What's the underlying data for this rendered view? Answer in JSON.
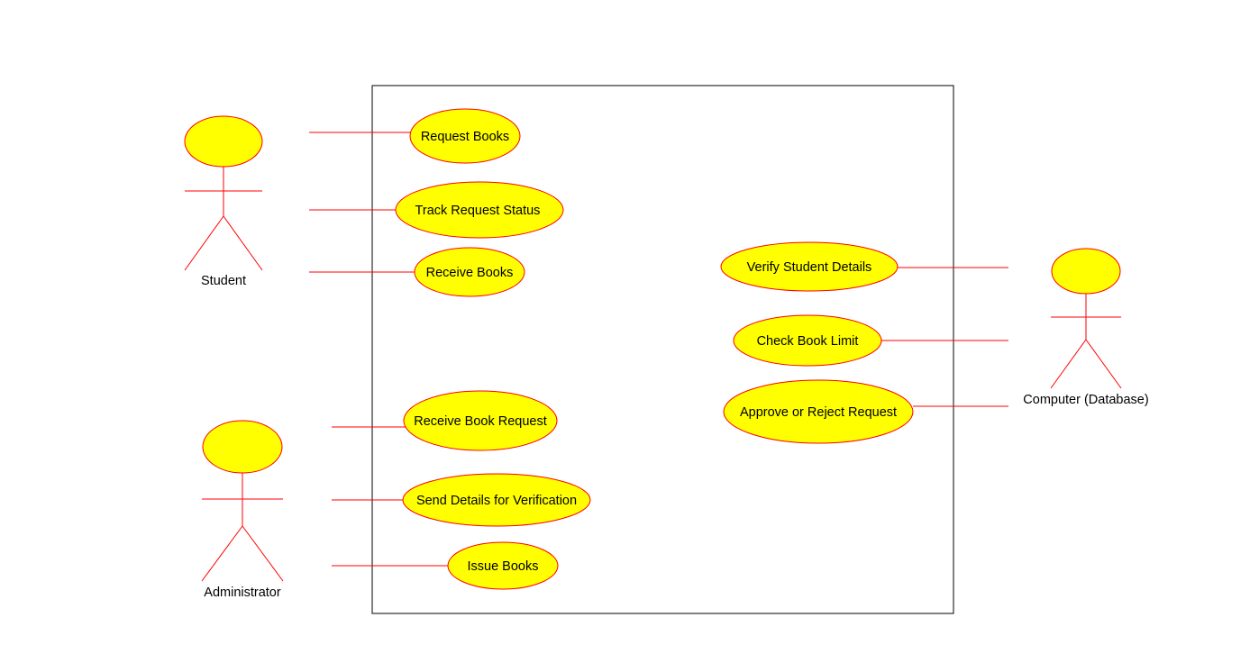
{
  "colors": {
    "fill": "#ffff00",
    "stroke": "#ff0000",
    "boundary": "#000000",
    "text": "#000000"
  },
  "actors": {
    "student": {
      "label": "Student"
    },
    "administrator": {
      "label": "Administrator"
    },
    "computer": {
      "label": "Computer (Database)"
    }
  },
  "use_cases": {
    "request_books": "Request Books",
    "track_request_status": "Track Request Status",
    "receive_books": "Receive Books",
    "receive_book_request": "Receive Book Request",
    "send_details": "Send Details for Verification",
    "issue_books": "Issue Books",
    "verify_student_details": "Verify Student Details",
    "check_book_limit": "Check Book Limit",
    "approve_or_reject": "Approve or Reject Request"
  }
}
